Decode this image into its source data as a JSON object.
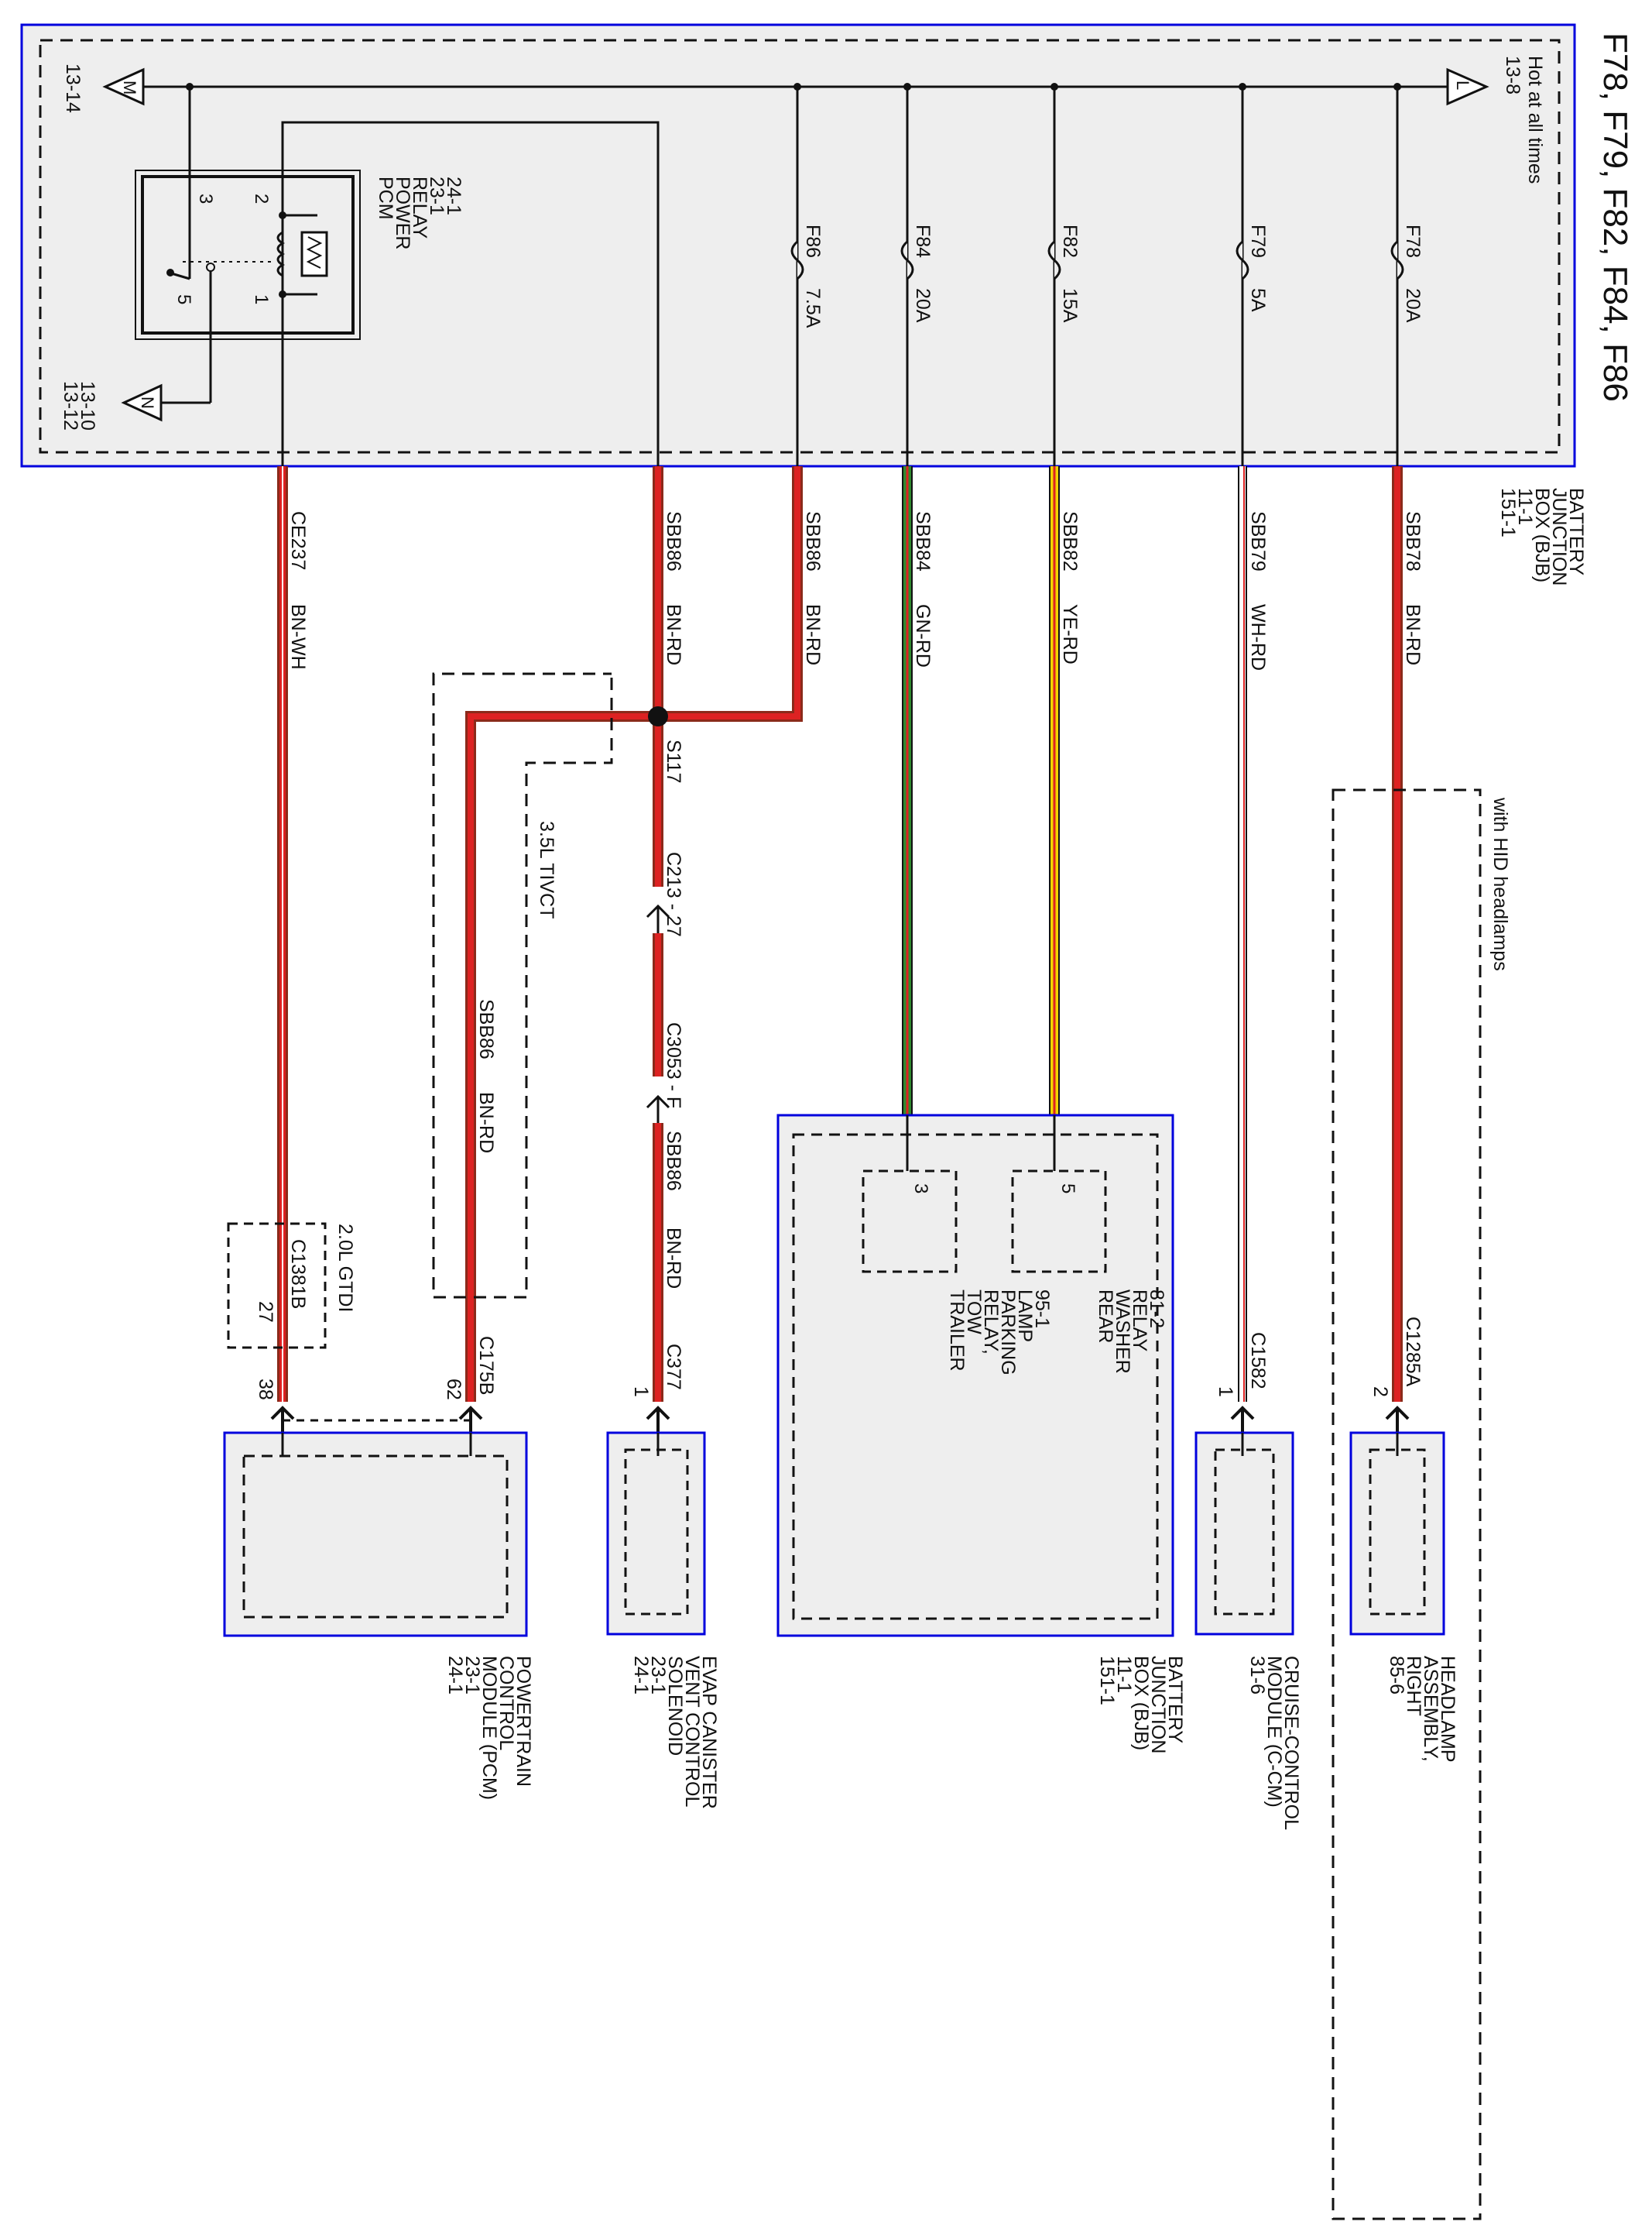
{
  "page_title": "F78, F79, F82, F84, F86",
  "feed": {
    "hot_label": "Hot at all times",
    "hot_ref": "13-8",
    "hot_flag": "L",
    "ground_flag_top": "M",
    "ground_ref_top": "13-14",
    "ground_flag_bottom": "N",
    "ground_ref_bottom": [
      "13-10",
      "13-12"
    ]
  },
  "bjb": {
    "name_lines": [
      "BATTERY",
      "JUNCTION",
      "BOX (BJB)",
      "11-1",
      "151-1"
    ]
  },
  "relay": {
    "name_lines": [
      "PCM",
      "POWER",
      "RELAY",
      "23-1",
      "24-1"
    ],
    "pins": [
      "3",
      "2",
      "5",
      "1"
    ]
  },
  "fuses": [
    {
      "id": "F78",
      "rating": "20A"
    },
    {
      "id": "F79",
      "rating": "5A"
    },
    {
      "id": "F82",
      "rating": "15A"
    },
    {
      "id": "F84",
      "rating": "20A"
    },
    {
      "id": "F86",
      "rating": "7.5A"
    }
  ],
  "wires": [
    {
      "circuit": "SBB78",
      "color": "BN-RD"
    },
    {
      "circuit": "SBB79",
      "color": "WH-RD"
    },
    {
      "circuit": "SBB82",
      "color": "YE-RD"
    },
    {
      "circuit": "SBB84",
      "color": "GN-RD"
    },
    {
      "circuit": "SBB86",
      "color": "BN-RD"
    },
    {
      "circuit": "SBB86",
      "color": "BN-RD"
    },
    {
      "circuit": "CE237",
      "color": "BN-WH"
    },
    {
      "circuit": "SBB86",
      "color": "BN-RD"
    },
    {
      "circuit": "SBB86",
      "color": "BN-RD"
    }
  ],
  "splice": "S117",
  "inline_connectors": [
    "C213 - 27",
    "C3053 - F"
  ],
  "options": {
    "hid": "with HID headlamps",
    "tivct": "3.5L TIVCT",
    "gtdi": "2.0L GTDI"
  },
  "connectors": [
    {
      "id": "C1285A",
      "pin": "2"
    },
    {
      "id": "C1582",
      "pin": "1"
    },
    {
      "id": "C377",
      "pin": "1"
    },
    {
      "id": "C175B",
      "pin": "62"
    },
    {
      "id": "C1381B",
      "pin": "27"
    },
    {
      "id": "",
      "pin": "38"
    }
  ],
  "internal_relays": [
    {
      "pin": "5",
      "lines": [
        "REAR",
        "WASHER",
        "RELAY",
        "81-2"
      ]
    },
    {
      "pin": "3",
      "lines": [
        "TRAILER",
        "TOW",
        "RELAY,",
        "PARKING",
        "LAMP",
        "95-1"
      ]
    }
  ],
  "components": [
    {
      "lines": [
        "HEADLAMP",
        "ASSEMBLY,",
        "RIGHT",
        "85-6"
      ]
    },
    {
      "lines": [
        "CRUISE-CONTROL",
        "MODULE (C-CM)",
        "31-6"
      ]
    },
    {
      "lines": [
        "BATTERY",
        "JUNCTION",
        "BOX (BJB)",
        "11-1",
        "151-1"
      ]
    },
    {
      "lines": [
        "EVAP CANISTER",
        "VENT CONTROL",
        "SOLENOID",
        "23-1",
        "24-1"
      ]
    },
    {
      "lines": [
        "POWERTRAIN",
        "CONTROL",
        "MODULE (PCM)",
        "23-1",
        "24-1"
      ]
    }
  ],
  "colors": {
    "box_border": "#0000dd",
    "box_fill": "#eeeeee",
    "brown_red": "#8b2a1a",
    "red": "#dd2222",
    "white": "#ffffff",
    "black": "#111111",
    "green": "#2f8a2f",
    "yellow": "#f2d200"
  }
}
